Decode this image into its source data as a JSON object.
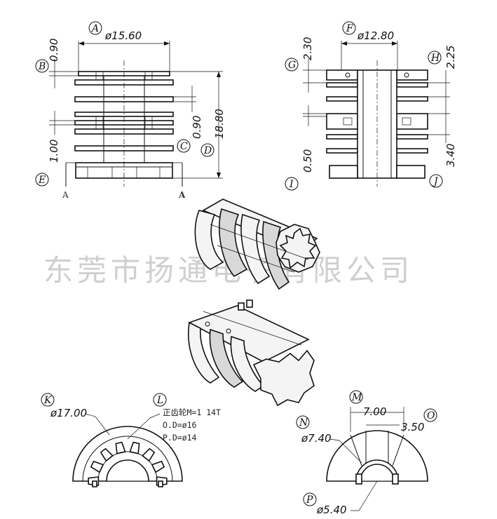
{
  "watermark": "东莞市扬通电子有限公司",
  "labels": {
    "A": "A",
    "B": "B",
    "C": "C",
    "D": "D",
    "E": "E",
    "F": "F",
    "G": "G",
    "H": "H",
    "I": "I",
    "J": "J",
    "K": "K",
    "L": "L",
    "M": "M",
    "N": "N",
    "O": "O",
    "P": "P"
  },
  "section_marks": {
    "left": "A",
    "right": "A"
  },
  "dims": {
    "A": "ø15.60",
    "B": "0.90",
    "C": "0.90",
    "D": "18.80",
    "E": "1.00",
    "F": "ø12.80",
    "G": "2.30",
    "H": "2.25",
    "I": "0.50",
    "J": "3.40",
    "K": "ø17.00",
    "M": "7.00",
    "N": "ø7.40",
    "O": "3.50",
    "P": "ø5.40"
  },
  "gear_notes": [
    "正齿轮M=1 14T",
    "O.D=ø16",
    "P.D=ø14"
  ]
}
